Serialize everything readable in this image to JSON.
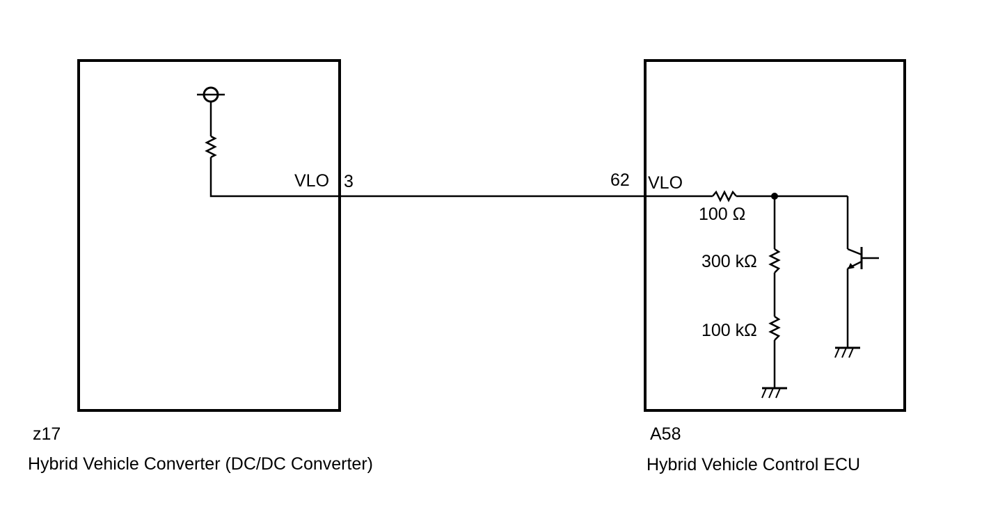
{
  "left_module": {
    "code": "z17",
    "name": "Hybrid Vehicle Converter (DC/DC Converter)",
    "terminal_name": "VLO",
    "terminal_number": "3"
  },
  "right_module": {
    "code": "A58",
    "name": "Hybrid Vehicle Control ECU",
    "terminal_name": "VLO",
    "terminal_number": "62",
    "series_resistor": "100 Ω",
    "divider_upper": "300 kΩ",
    "divider_lower": "100 kΩ"
  },
  "icons": [
    "power-source-icon",
    "resistor-icon",
    "ground-icon",
    "transistor-icon"
  ]
}
